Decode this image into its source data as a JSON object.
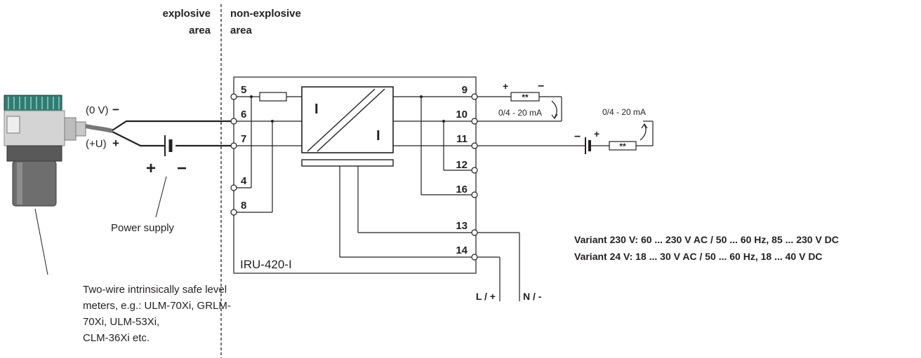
{
  "zones": {
    "explosive_line1": "explosive",
    "explosive_line2": "area",
    "nonexplosive_line1": "non-explosive",
    "nonexplosive_line2": "area"
  },
  "sensor": {
    "zero_v": "(0 V)",
    "plus_u": "(+U)",
    "minus_sign": "−",
    "plus_sign": "+",
    "description_lines": [
      "Two-wire intrinsically safe level",
      "meters, e.g.: ULM-70Xi, GRLM-",
      "70Xi, ULM-53Xi,",
      "CLM-36Xi etc."
    ]
  },
  "power_supply": {
    "label": "Power supply",
    "plus": "+",
    "minus": "−"
  },
  "device": {
    "name": "IRU-420-I",
    "symbol_in": "I",
    "symbol_out": "I",
    "terminals_left": [
      "5",
      "6",
      "7",
      "4",
      "8"
    ],
    "terminals_right": [
      "9",
      "10",
      "11",
      "12",
      "16",
      "13",
      "14"
    ]
  },
  "loop1": {
    "plus": "+",
    "minus": "−",
    "load": "**",
    "current": "0/4 - 20 mA"
  },
  "loop2": {
    "plus": "+",
    "minus": "−",
    "load": "**",
    "current": "0/4 - 20 mA"
  },
  "supply": {
    "line": "L / +",
    "neutral": "N / -",
    "variant_230": "Variant 230 V: 60 ... 230 V AC / 50 ... 60 Hz, 85 ... 230 V DC",
    "variant_24": "Variant 24 V: 18 ... 30 V AC / 50 ... 60 Hz, 18 ... 40 V DC"
  }
}
